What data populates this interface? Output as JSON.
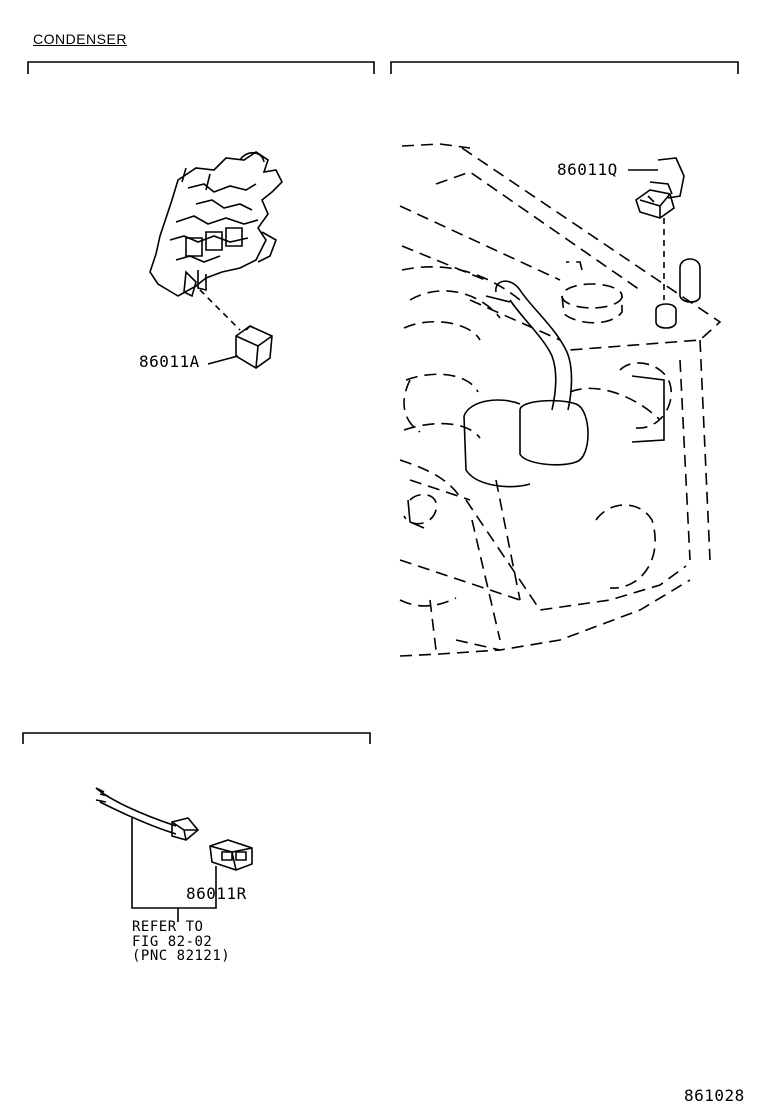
{
  "title": "CONDENSER",
  "callouts": {
    "part_a": "86011A",
    "part_q": "86011Q",
    "part_r": "86011R"
  },
  "reference": {
    "line1": "REFER TO",
    "line2": "FIG 82-02",
    "line3": "(PNC 82121)"
  },
  "figure_number": "861028"
}
